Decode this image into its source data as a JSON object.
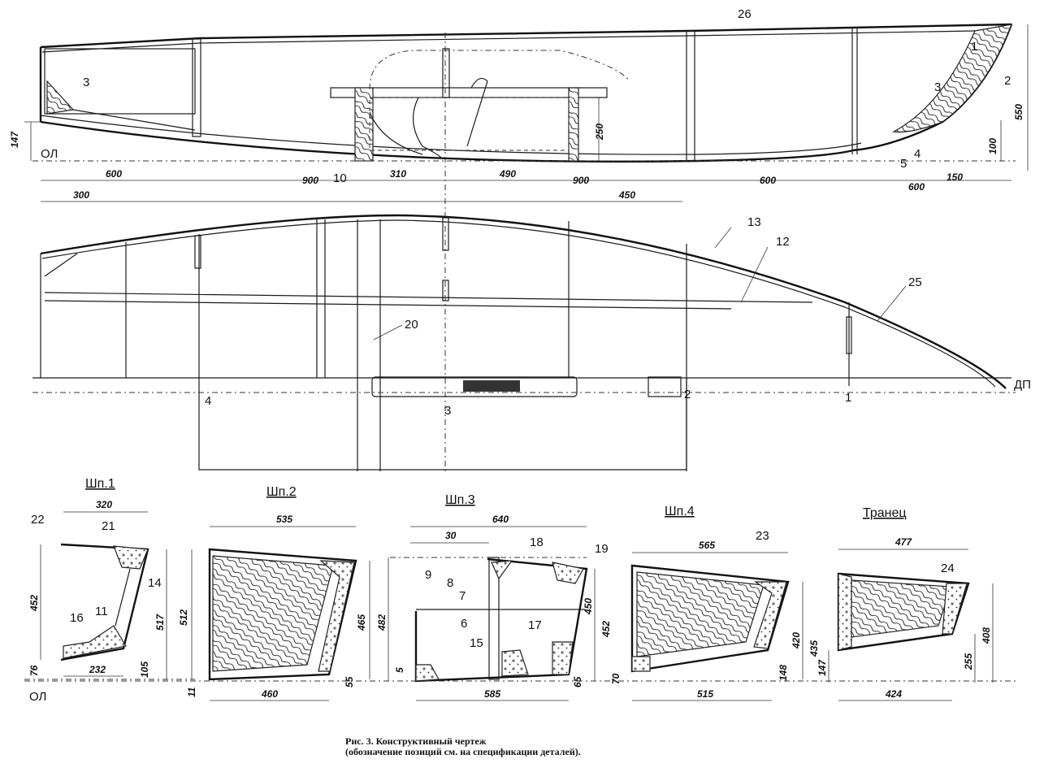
{
  "caption": {
    "line1": "Рис. 3. Конструктивный чертеж",
    "line2": "(обозначение позиций см. на спецификации деталей)."
  },
  "profile": {
    "labels": {
      "baseline": "ОЛ",
      "centerline": "ДП",
      "st4": "4",
      "st3": "3",
      "st2": "2",
      "st1": "1"
    },
    "dims": {
      "d147": "147",
      "d600a": "600",
      "d300": "300",
      "d900a": "900",
      "d310": "310",
      "d490": "490",
      "d900b": "900",
      "d450": "450",
      "d600b": "600",
      "d600c": "600",
      "d150": "150",
      "d250": "250",
      "d100": "100",
      "d550": "550"
    },
    "positions": {
      "p26": "26",
      "p1": "1",
      "p2": "2",
      "p3a": "3",
      "p3b": "3",
      "p4": "4",
      "p5": "5",
      "p10": "10",
      "p13": "13",
      "p12": "12",
      "p25": "25",
      "p20": "20"
    }
  },
  "sections": {
    "shp1": {
      "title": "Шп.1",
      "w_top": "320",
      "w_bot": "232",
      "h_left": "452",
      "h_right": "517",
      "h_base": "76",
      "h_keel": "105",
      "ol": "ОЛ",
      "p22": "22",
      "p21": "21",
      "p14": "14",
      "p16": "16",
      "p11": "11"
    },
    "shp2": {
      "title": "Шп.2",
      "w_top": "535",
      "w_bot": "460",
      "h_left": "512",
      "h_right": "465",
      "h_base": "11",
      "h_keel": "55"
    },
    "shp3": {
      "title": "Шп.3",
      "w_top": "640",
      "w_sub": "30",
      "w_bot": "585",
      "h_left": "482",
      "h_right1": "450",
      "h_right2": "452",
      "h_base": "5",
      "h_keel": "65",
      "p18": "18",
      "p19": "19",
      "p9": "9",
      "p8": "8",
      "p7": "7",
      "p6": "6",
      "p15": "15",
      "p17": "17"
    },
    "shp4": {
      "title": "Шп.4",
      "w_top": "565",
      "w_bot": "515",
      "h_right1": "420",
      "h_right2": "435",
      "h_base": "70",
      "h_keel": "148",
      "p23": "23"
    },
    "transom": {
      "title": "Транец",
      "w_top": "477",
      "w_bot": "424",
      "h_left": "147",
      "h_right1": "255",
      "h_right2": "408",
      "p24": "24"
    }
  }
}
